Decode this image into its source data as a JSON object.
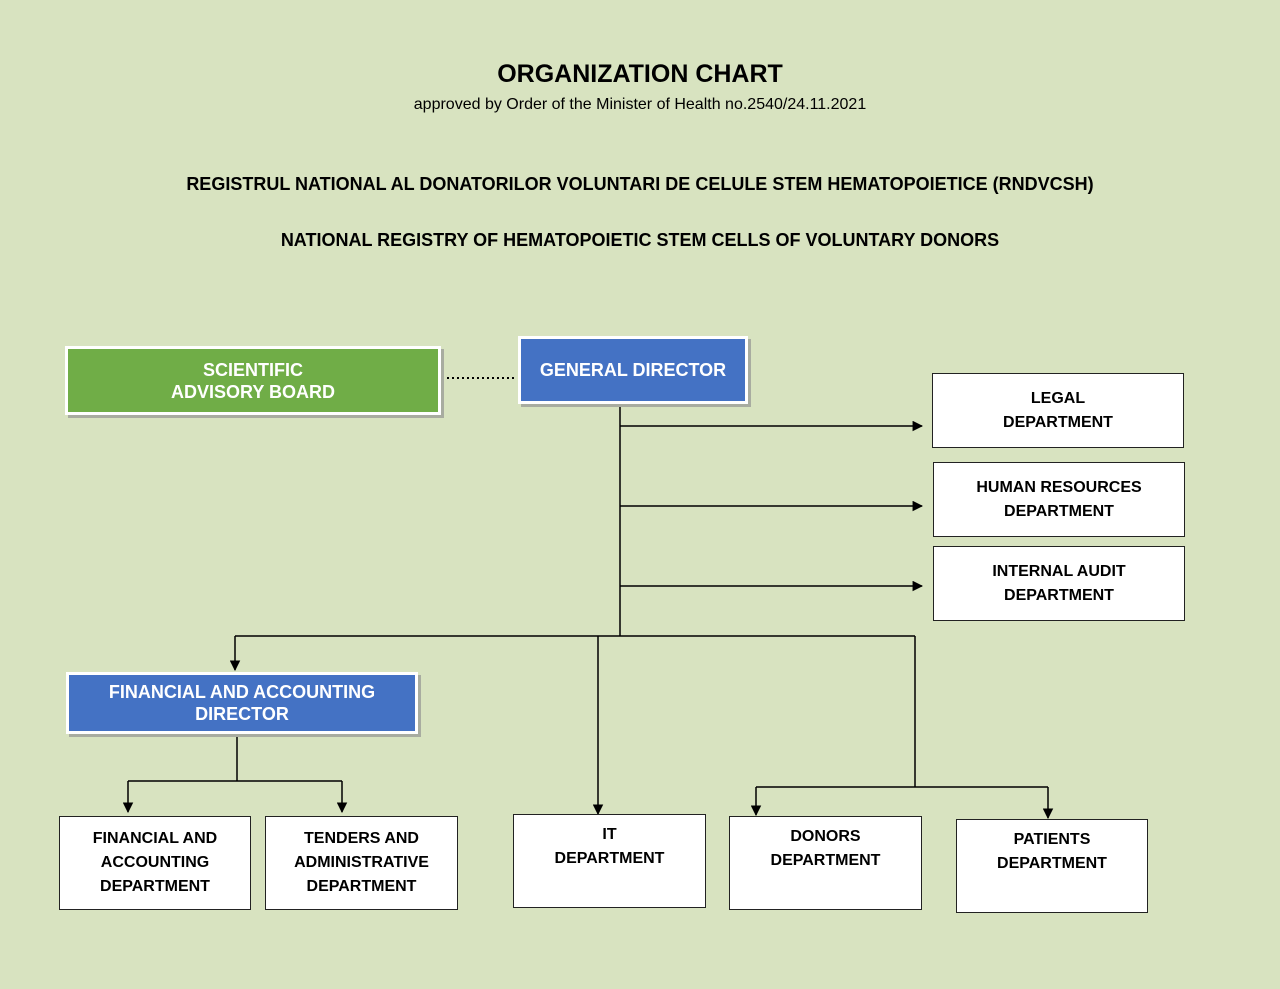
{
  "header": {
    "title": "ORGANIZATION CHART",
    "subtitle": "approved by Order of the Minister of Health no.2540/24.11.2021",
    "registry_ro": "REGISTRUL NATIONAL AL DONATORILOR VOLUNTARI DE CELULE STEM HEMATOPOIETICE (RNDVCSH)",
    "registry_en": "NATIONAL REGISTRY OF HEMATOPOIETIC STEM CELLS OF VOLUNTARY DONORS"
  },
  "nodes": {
    "advisory_board": {
      "lines": [
        "SCIENTIFIC",
        "ADVISORY BOARD"
      ],
      "color": "#70ad47"
    },
    "general_director": {
      "lines": [
        "GENERAL DIRECTOR"
      ],
      "color": "#4472c4"
    },
    "legal": {
      "lines": [
        "LEGAL",
        "DEPARTMENT"
      ]
    },
    "hr": {
      "lines": [
        "HUMAN RESOURCES",
        "DEPARTMENT"
      ]
    },
    "audit": {
      "lines": [
        "INTERNAL AUDIT",
        "DEPARTMENT"
      ]
    },
    "fin_director": {
      "lines": [
        "FINANCIAL AND ACCOUNTING",
        "DIRECTOR"
      ],
      "color": "#4472c4"
    },
    "fin_dept": {
      "lines": [
        "FINANCIAL AND",
        "ACCOUNTING",
        "DEPARTMENT"
      ]
    },
    "tenders": {
      "lines": [
        "TENDERS AND",
        "ADMINISTRATIVE",
        "DEPARTMENT"
      ]
    },
    "it": {
      "lines": [
        "IT",
        "DEPARTMENT"
      ]
    },
    "donors": {
      "lines": [
        "DONORS",
        "DEPARTMENT"
      ]
    },
    "patients": {
      "lines": [
        "PATIENTS",
        "DEPARTMENT"
      ]
    }
  }
}
